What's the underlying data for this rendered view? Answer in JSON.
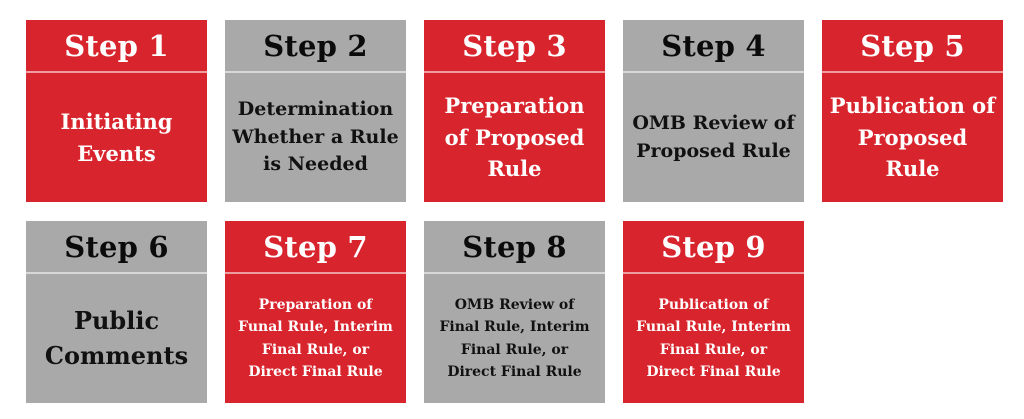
{
  "colors": {
    "red": "#d8242d",
    "gray": "#a9a9a9"
  },
  "steps": [
    {
      "title": "Step 1",
      "text": "Initiating\nEvents"
    },
    {
      "title": "Step 2",
      "text": "Determination\nWhether a Rule\nis Needed"
    },
    {
      "title": "Step 3",
      "text": "Preparation\nof Proposed\nRule"
    },
    {
      "title": "Step 4",
      "text": "OMB Review of\nProposed Rule"
    },
    {
      "title": "Step 5",
      "text": "Publication of\nProposed\nRule"
    },
    {
      "title": "Step 6",
      "text": "Public\nComments"
    },
    {
      "title": "Step 7",
      "text": "Preparation of\nFunal Rule, Interim\nFinal Rule, or\nDirect Final Rule"
    },
    {
      "title": "Step 8",
      "text": "OMB Review of\nFinal Rule, Interim\nFinal Rule, or\nDirect Final Rule"
    },
    {
      "title": "Step 9",
      "text": "Publication of\nFunal Rule, Interim\nFinal Rule, or\nDirect Final Rule"
    }
  ]
}
